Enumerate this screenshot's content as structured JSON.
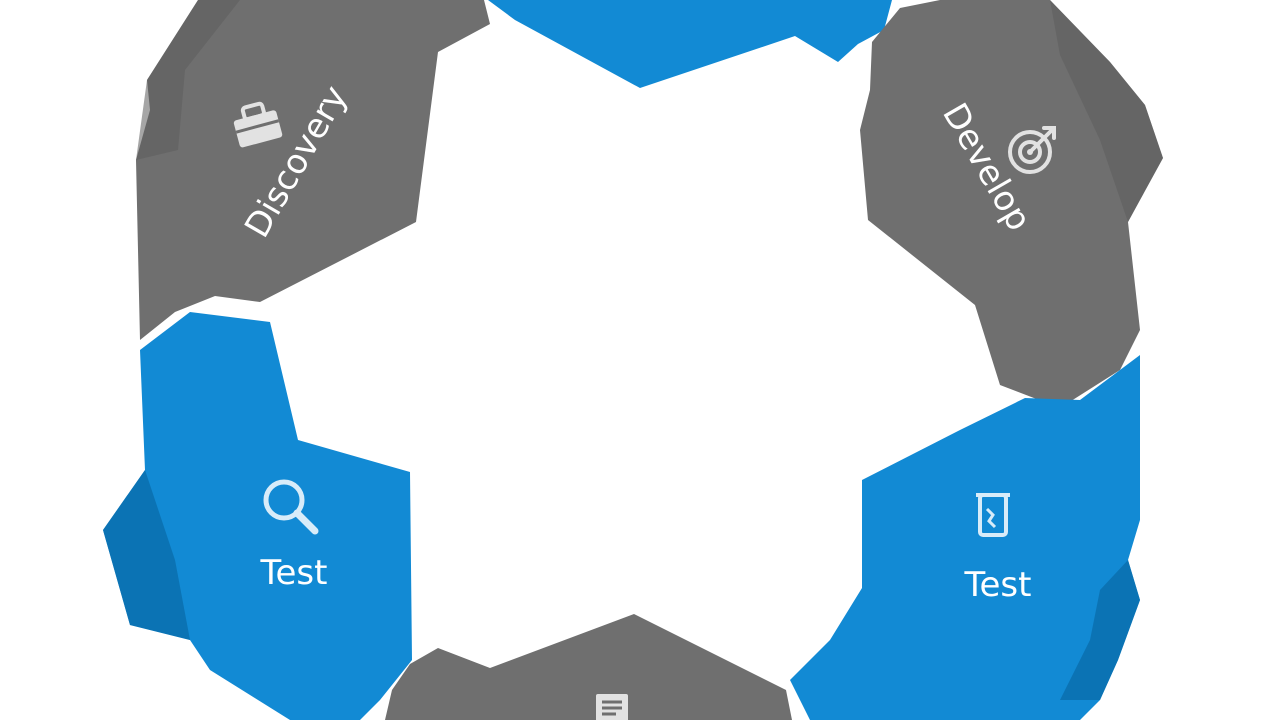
{
  "colors": {
    "blue": "#128ad4",
    "blue_shade": "#0b6fae",
    "gray": "#6f6f6f",
    "gray_shade": "#5c5c5c",
    "icon_blue": "#d8ecf9",
    "icon_gray": "#e2e2e2",
    "background": "#ffffff"
  },
  "segments": [
    {
      "id": "top",
      "label": "",
      "color": "blue",
      "icon": "none"
    },
    {
      "id": "discovery",
      "label": "Discovery",
      "color": "gray",
      "icon": "toolbox-icon"
    },
    {
      "id": "develop",
      "label": "Develop",
      "color": "gray",
      "icon": "target-arrow-icon"
    },
    {
      "id": "test-left",
      "label": "Test",
      "color": "blue",
      "icon": "magnifier-icon"
    },
    {
      "id": "test-right",
      "label": "Test",
      "color": "blue",
      "icon": "beaker-icon"
    },
    {
      "id": "bottom",
      "label": "",
      "color": "gray",
      "icon": "document-icon"
    }
  ]
}
